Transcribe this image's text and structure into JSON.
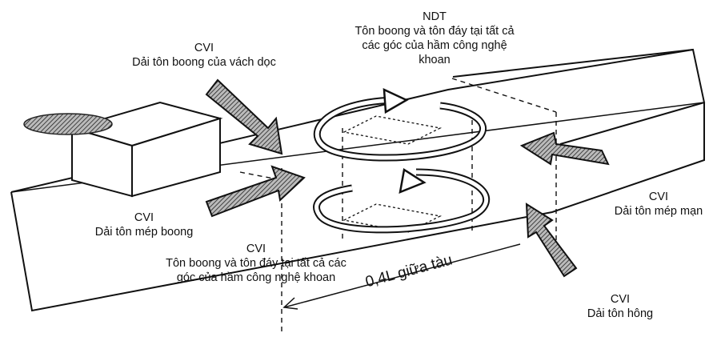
{
  "labels": {
    "ndt": {
      "title": "NDT",
      "line1": "Tôn boong và tôn đáy tại tất cả",
      "line2": "các góc của hầm công nghệ",
      "line3": "khoan"
    },
    "cvi_longitudinal": {
      "title": "CVI",
      "text": "Dải tôn boong của vách dọc"
    },
    "cvi_deck_edge": {
      "title": "CVI",
      "text": "Dải tôn mép boong"
    },
    "cvi_corners": {
      "title": "CVI",
      "line1": "Tôn boong và tôn đáy tại tất cả các",
      "line2": "góc của hầm công nghệ khoan"
    },
    "cvi_sheer": {
      "title": "CVI",
      "text": "Dải tôn mép mạn"
    },
    "cvi_bilge": {
      "title": "CVI",
      "text": "Dải tôn hông"
    },
    "midship": "0,4L giữa tàu"
  }
}
